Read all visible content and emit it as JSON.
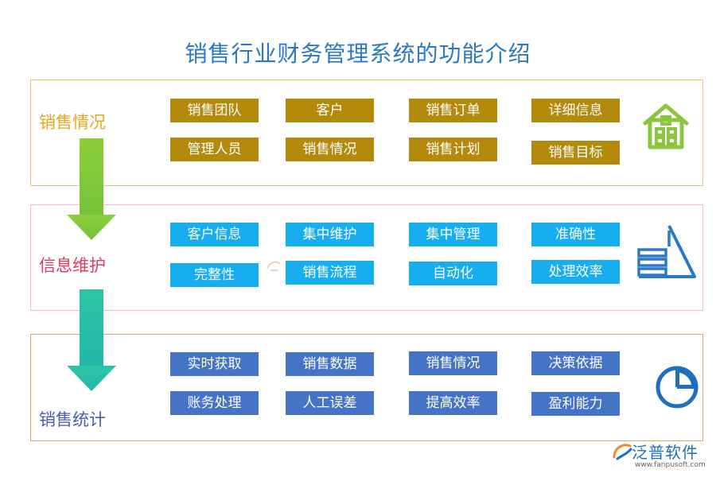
{
  "title": "销售行业财务管理系统的功能介绍",
  "sections": [
    {
      "label": "销售情况",
      "tags": [
        "销售团队",
        "客户",
        "销售订单",
        "详细信息",
        "管理人员",
        "销售情况",
        "销售计划",
        "销售目标"
      ],
      "icon": "house-icon",
      "color": "#b38a0c"
    },
    {
      "label": "信息维护",
      "tags": [
        "客户信息",
        "集中维护",
        "集中管理",
        "准确性",
        "完整性",
        "销售流程",
        "自动化",
        "处理效率"
      ],
      "icon": "pyramid-icon",
      "color": "#17aef0"
    },
    {
      "label": "销售统计",
      "tags": [
        "实时获取",
        "销售数据",
        "销售情况",
        "决策依据",
        "账务处理",
        "人工误差",
        "提高效率",
        "盈利能力"
      ],
      "icon": "pie-chart-icon",
      "color": "#4573c6"
    }
  ],
  "logo": {
    "name": "泛普软件",
    "url": "www.fanpusoft.com"
  }
}
